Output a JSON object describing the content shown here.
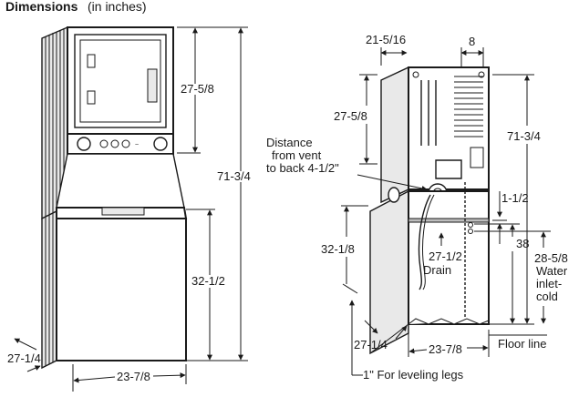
{
  "title": {
    "bold": "Dimensions",
    "normal": "(in inches)"
  },
  "front_view": {
    "dryer_height": "27-5/8",
    "total_height": "71-3/4",
    "washer_height": "32-1/2",
    "depth": "27-1/4",
    "width": "23-7/8"
  },
  "side_view": {
    "top_offset": "21-5/16",
    "top_width": "8",
    "dryer_height": "27-5/8",
    "total_height": "71-3/4",
    "vent_note_line1": "Distance",
    "vent_note_line2": "from vent",
    "vent_note_line3": "to back 4-1/2\"",
    "washer_height": "32-1/8",
    "small_offset": "1-1/2",
    "drain_height": "27-1/2",
    "drain_label": "Drain",
    "inlet_height": "38",
    "water_inlet_value": "28-5/8",
    "water_inlet_line1": "Water",
    "water_inlet_line2": "inlet-",
    "water_inlet_line3": "cold",
    "depth": "27-1/4",
    "width": "23-7/8",
    "floor_line": "Floor line",
    "leveling_legs": "1\" For leveling legs"
  },
  "colors": {
    "ink": "#1a1a1a",
    "panel_light": "#e9e9e9",
    "panel_dark": "#bdbdbd"
  }
}
